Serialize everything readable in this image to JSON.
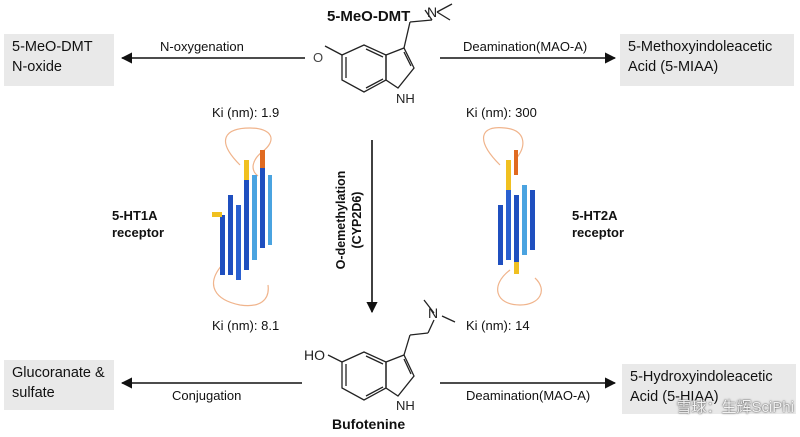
{
  "molecules": {
    "top": "5-MeO-DMT",
    "bottom": "Bufotenine",
    "top_nh": "NH",
    "bottom_nh": "NH",
    "bottom_ho": "HO",
    "amine_n_top": "N",
    "amine_n_bottom": "N",
    "methoxy_o": "O"
  },
  "products": {
    "top_left": [
      "5-MeO-DMT",
      "N-oxide"
    ],
    "top_right": [
      "5-Methoxyindoleacetic",
      "Acid (5-MIAA)"
    ],
    "bottom_left": [
      "Glucoranate &",
      "sulfate"
    ],
    "bottom_right": [
      "5-Hydroxyindoleacetic",
      "Acid (5-HIAA)"
    ]
  },
  "reactions": {
    "top_left": "N-oxygenation",
    "top_right": "Deamination(MAO-A)",
    "center": [
      "O-demethylation",
      "(CYP2D6)"
    ],
    "bottom_left": "Conjugation",
    "bottom_right": "Deamination(MAO-A)"
  },
  "receptors": {
    "left": [
      "5-HT1A",
      "receptor"
    ],
    "right": [
      "5-HT2A",
      "receptor"
    ]
  },
  "ki": {
    "top_left": "Ki (nm): 1.9",
    "top_right": "Ki (nm): 300",
    "bottom_left": "Ki (nm): 8.1",
    "bottom_right": "Ki (nm): 14"
  },
  "watermark": "雪球：生辉SciPhi",
  "colors": {
    "box_bg": "#e9e9e9",
    "helix_blue": "#1f4fbf",
    "helix_light": "#4aa3e0",
    "helix_yellow": "#f0c020",
    "helix_orange": "#e06a20",
    "loop": "#f0b48c"
  }
}
